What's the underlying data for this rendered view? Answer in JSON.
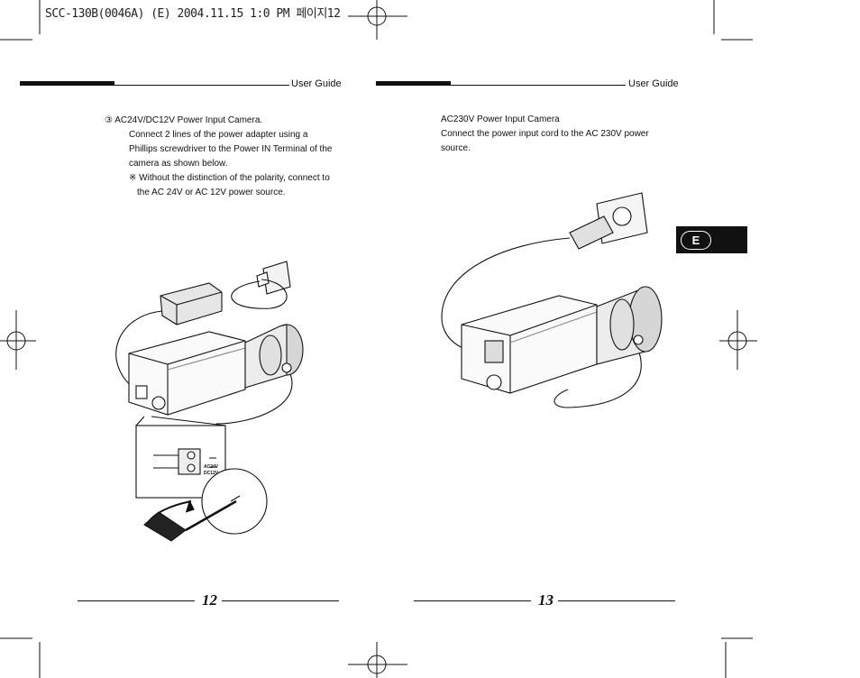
{
  "slug": "SCC-130B(0046A) (E)  2004.11.15 1:0 PM 페이지12",
  "left_page": {
    "header": "User Guide",
    "item_marker": "③",
    "item_title": "AC24V/DC12V Power Input Camera.",
    "body_lines": [
      "Connect  2 lines of the power adapter using a",
      "Phillips screwdriver to the Power IN Terminal of the",
      "camera as shown below."
    ],
    "note_marker": "※",
    "note_lines": [
      "Without the distinction of the polarity, connect to",
      "the AC 24V or AC 12V power source."
    ],
    "terminal_label_1": "AC24V",
    "terminal_label_2": "DC12V",
    "page_number": "12"
  },
  "right_page": {
    "header": "User Guide",
    "title": "AC230V Power Input Camera",
    "body_lines": [
      "Connect the power input cord to the  AC 230V power",
      "source."
    ],
    "page_number": "13",
    "language_tab": "E"
  }
}
